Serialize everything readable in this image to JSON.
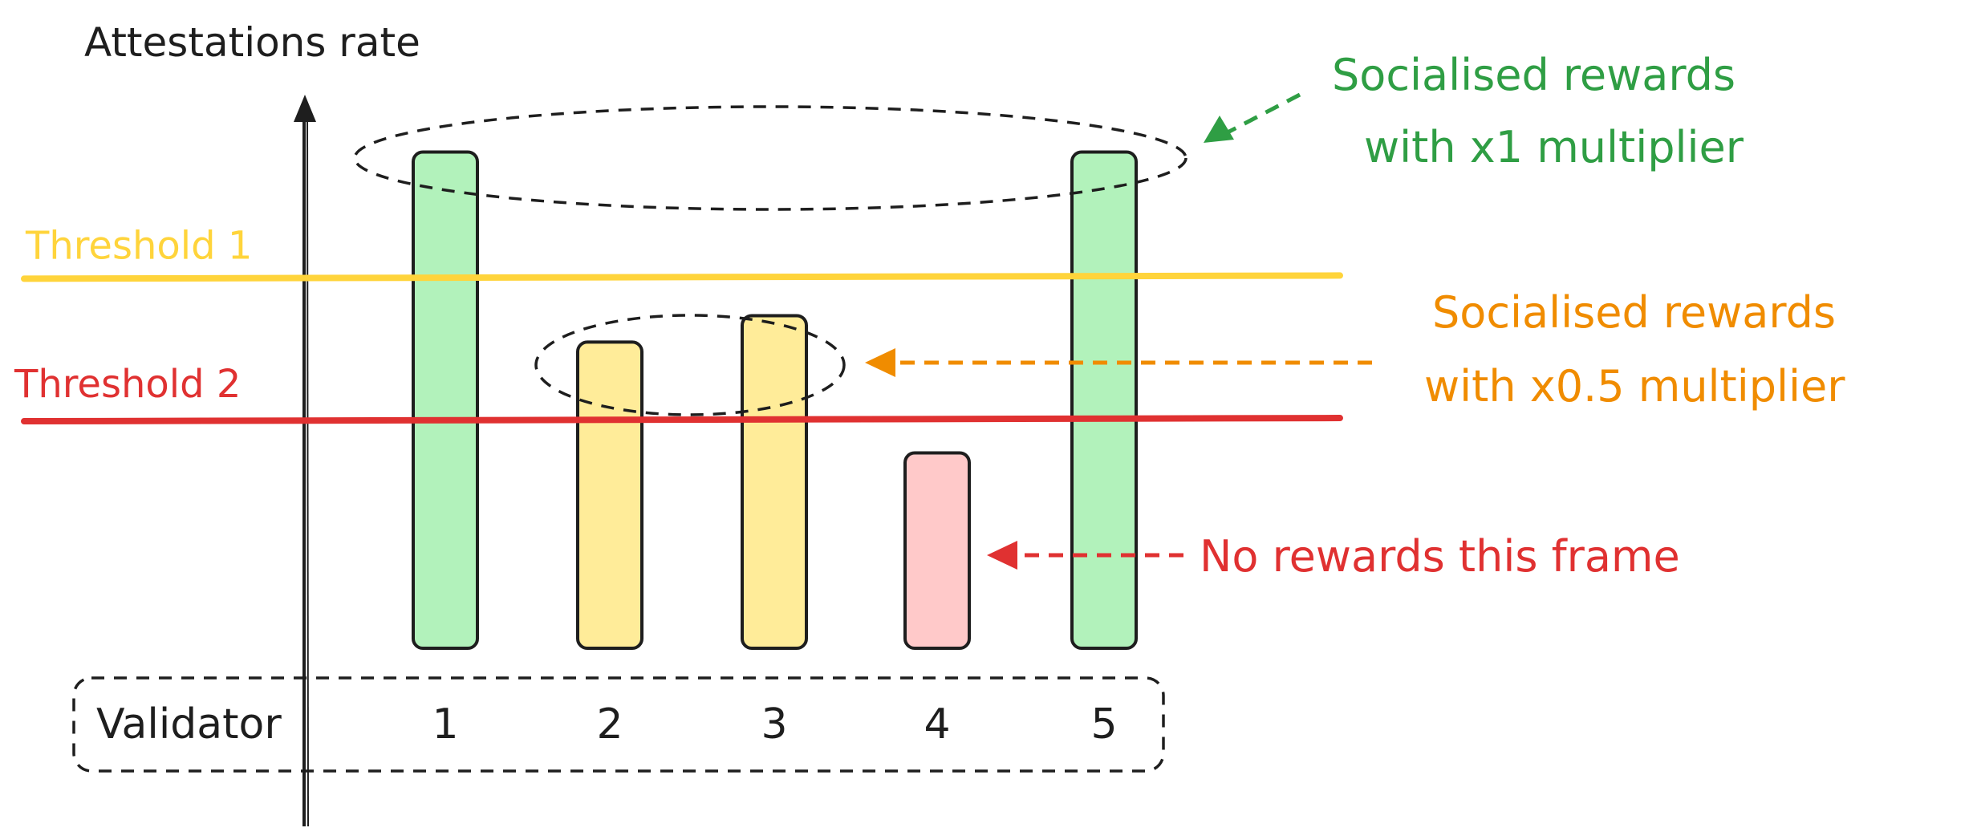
{
  "chart_data": {
    "type": "bar",
    "title": "",
    "ylabel": "Attestations rate",
    "xlabel": "Validator",
    "categories": [
      "1",
      "2",
      "3",
      "4",
      "5"
    ],
    "values": [
      0.94,
      0.58,
      0.63,
      0.37,
      0.94
    ],
    "ylim": [
      0,
      1
    ],
    "thresholds": [
      {
        "name": "Threshold 1",
        "value": 0.7,
        "color": "#ffd43b"
      },
      {
        "name": "Threshold 2",
        "value": 0.43,
        "color": "#e03131"
      }
    ],
    "bar_colors": [
      "#b2f2bb",
      "#ffec99",
      "#ffec99",
      "#ffc9c9",
      "#b2f2bb"
    ],
    "annotations": [
      {
        "line1": "Socialised rewards",
        "line2": "with x1 multiplier",
        "color": "#2f9e44",
        "targets": [
          "1",
          "5"
        ]
      },
      {
        "line1": "Socialised rewards",
        "line2": "with x0.5 multiplier",
        "color": "#f08c00",
        "targets": [
          "2",
          "3"
        ]
      },
      {
        "line1": "No rewards this frame",
        "line2": "",
        "color": "#e03131",
        "targets": [
          "4"
        ]
      }
    ]
  }
}
